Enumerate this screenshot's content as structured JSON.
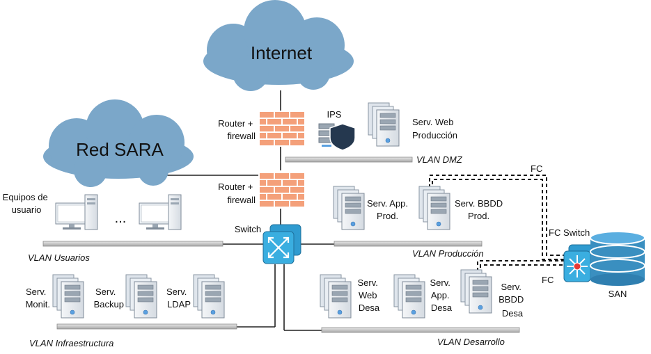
{
  "clouds": {
    "internet": "Internet",
    "red_sara": "Red SARA"
  },
  "labels": {
    "router_fw_1": [
      "Router +",
      "firewall"
    ],
    "router_fw_2": [
      "Router +",
      "firewall"
    ],
    "ips": "IPS",
    "serv_web_prod": [
      "Serv. Web",
      "Producción"
    ],
    "vlan_dmz": "VLAN DMZ",
    "equipos": [
      "Equipos de",
      "usuario"
    ],
    "ellipsis": "...",
    "switch": "Switch",
    "serv_app_prod": [
      "Serv. App.",
      "Prod."
    ],
    "serv_bbdd_prod": [
      "Serv. BBDD",
      "Prod."
    ],
    "vlan_usuarios": "VLAN Usuarios",
    "vlan_produccion": "VLAN Producción",
    "fc_top": "FC",
    "fc_switch": "FC Switch",
    "fc_bottom": "FC",
    "san": "SAN",
    "serv_monit": [
      "Serv.",
      "Monit."
    ],
    "serv_backup": [
      "Serv.",
      "Backup"
    ],
    "serv_ldap": [
      "Serv.",
      "LDAP"
    ],
    "vlan_infra": "VLAN Infraestructura",
    "serv_web_desa": [
      "Serv.",
      "Web",
      "Desa"
    ],
    "serv_app_desa": [
      "Serv.",
      "App.",
      "Desa"
    ],
    "serv_bbdd_desa": [
      "Serv.",
      "BBDD",
      "Desa"
    ],
    "vlan_desarrollo": "VLAN Desarrollo"
  },
  "colors": {
    "cloud": "#7ba7c9",
    "bus": "#c8c8c8",
    "firewall": "#f4a07a",
    "switch": "#3aaee0",
    "san": "#3a8fc0"
  }
}
